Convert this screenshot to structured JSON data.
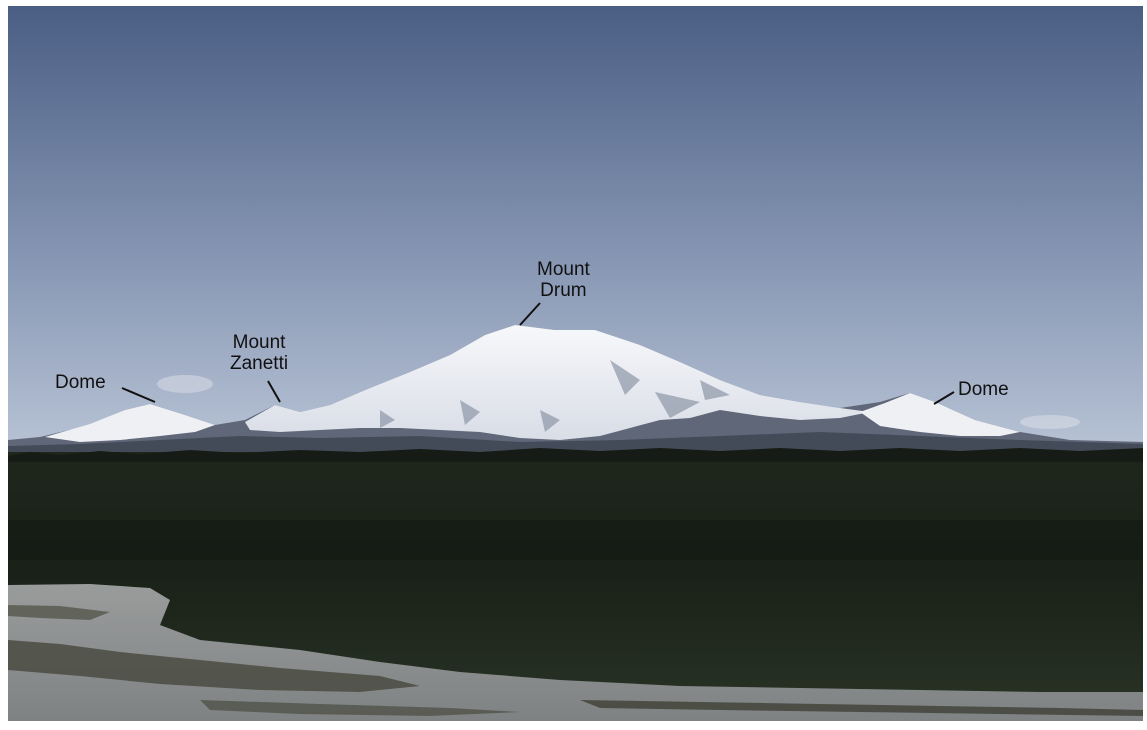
{
  "photo": {
    "colors": {
      "sky_top": "#4a5e84",
      "sky_bottom": "#b7c2d3",
      "snow": "#f2f3f6",
      "rock_shadow": "#5d6577",
      "forest": "#1b2219",
      "river": "#8a8d8e",
      "gravel_bar": "#3f4036"
    }
  },
  "labels": {
    "dome_left": {
      "text": "Dome"
    },
    "zanetti": {
      "line1": "Mount",
      "line2": "Zanetti"
    },
    "drum": {
      "line1": "Mount",
      "line2": "Drum"
    },
    "dome_right": {
      "text": "Dome"
    }
  }
}
